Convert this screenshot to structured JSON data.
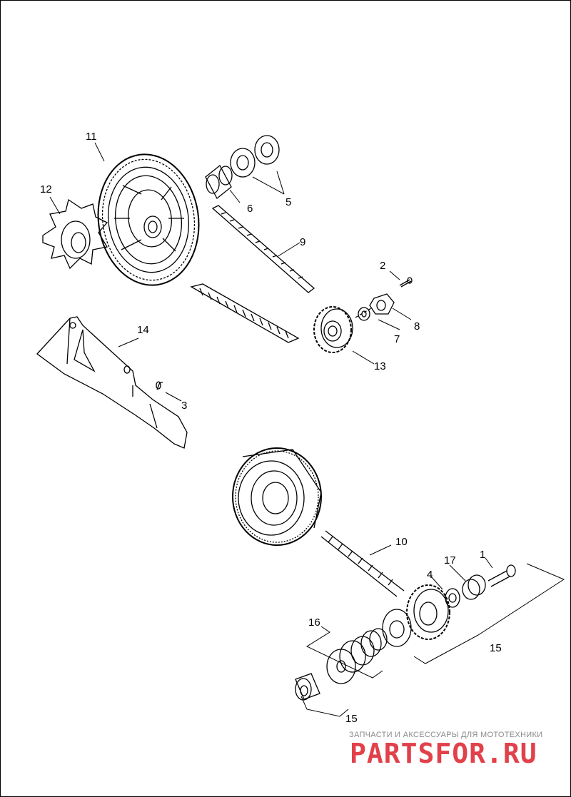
{
  "callouts": {
    "c1": "1",
    "c2": "2",
    "c3": "3",
    "c4": "4",
    "c5": "5",
    "c6": "6",
    "c7": "7",
    "c8": "8",
    "c9": "9",
    "c10": "10",
    "c11": "11",
    "c12": "12",
    "c13": "13",
    "c14": "14",
    "c15a": "15",
    "c15b": "15",
    "c16": "16",
    "c17": "17"
  },
  "watermark": {
    "tagline": "ЗАПЧАСТИ И АКСЕССУАРЫ ДЛЯ МОТОТЕХНИКИ",
    "logo": "PARTSFOR.RU"
  },
  "colors": {
    "line": "#000000",
    "watermark_red": "#e1414a",
    "watermark_gray": "#8a8a8a"
  }
}
